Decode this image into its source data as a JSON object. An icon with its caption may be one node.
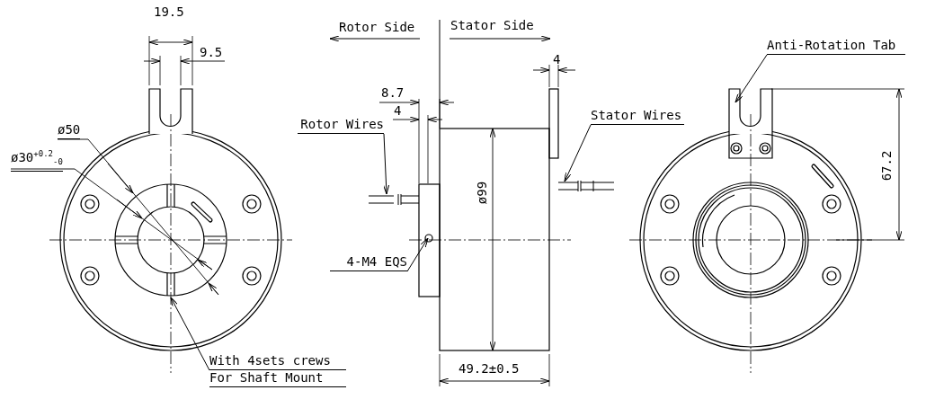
{
  "diagram": {
    "nodes": [
      {
        "text": [
          "Rotor Wires"
        ]
      },
      {
        "text": [
          "4-M4 EQS"
        ]
      },
      {
        "text": [
          "Stator Wires"
        ]
      },
      {
        "text": [
          "Anti-Rotation Tab"
        ]
      },
      {
        "text": [
          "With 4sets crews",
          "For Shaft Mount"
        ]
      }
    ],
    "edges": [
      {
        "from": 0,
        "to": null,
        "arrow": "to"
      },
      {
        "from": 1,
        "to": null,
        "arrow": "to"
      },
      {
        "from": 2,
        "to": null,
        "arrow": "to"
      },
      {
        "from": 3,
        "to": null,
        "arrow": "to"
      },
      {
        "from": 4,
        "to": null,
        "arrow": "to"
      }
    ],
    "labels": [
      "19.5",
      "Rotor Side",
      "Stator Side",
      "9.5",
      "4",
      "8.7",
      "4",
      "ø50",
      "ø30$^{+0.2}$$_{-0}$",
      "ø99",
      "67.2",
      "49.2±0.5"
    ]
  }
}
